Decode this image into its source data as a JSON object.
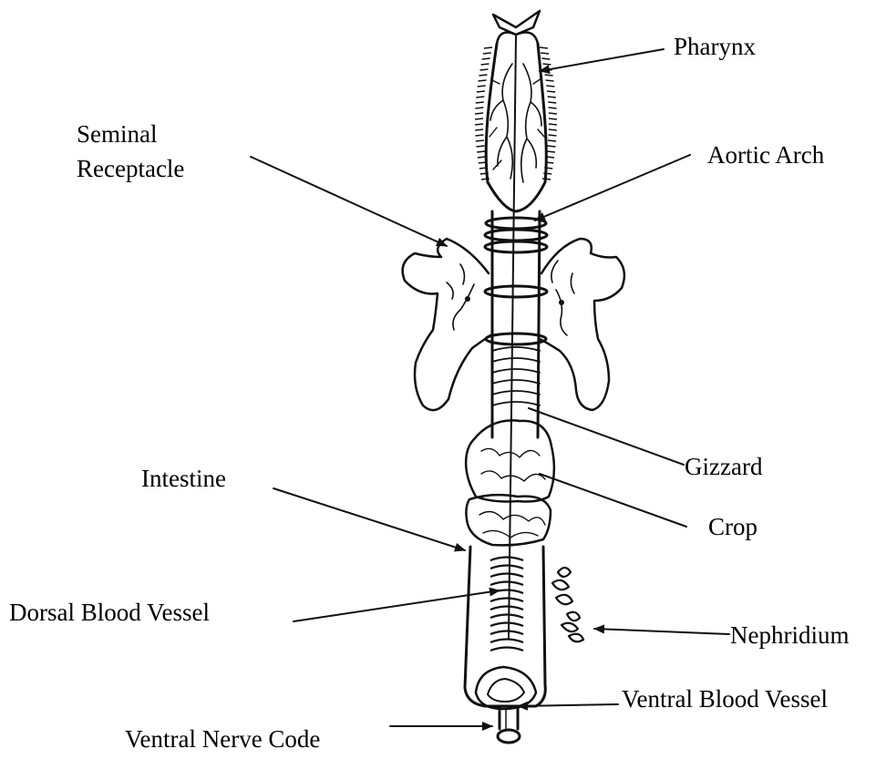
{
  "labels": {
    "pharynx": "Pharynx",
    "seminal_receptacle_line1": "Seminal",
    "seminal_receptacle_line2": "Receptacle",
    "aortic_arch": "Aortic Arch",
    "gizzard": "Gizzard",
    "intestine": "Intestine",
    "crop": "Crop",
    "dorsal_blood_vessel": "Dorsal Blood Vessel",
    "nephridium": "Nephridium",
    "ventral_blood_vessel": "Ventral Blood Vessel",
    "ventral_nerve_code": "Ventral Nerve Code"
  },
  "colors": {
    "ink": "#111111",
    "background": "#ffffff"
  }
}
